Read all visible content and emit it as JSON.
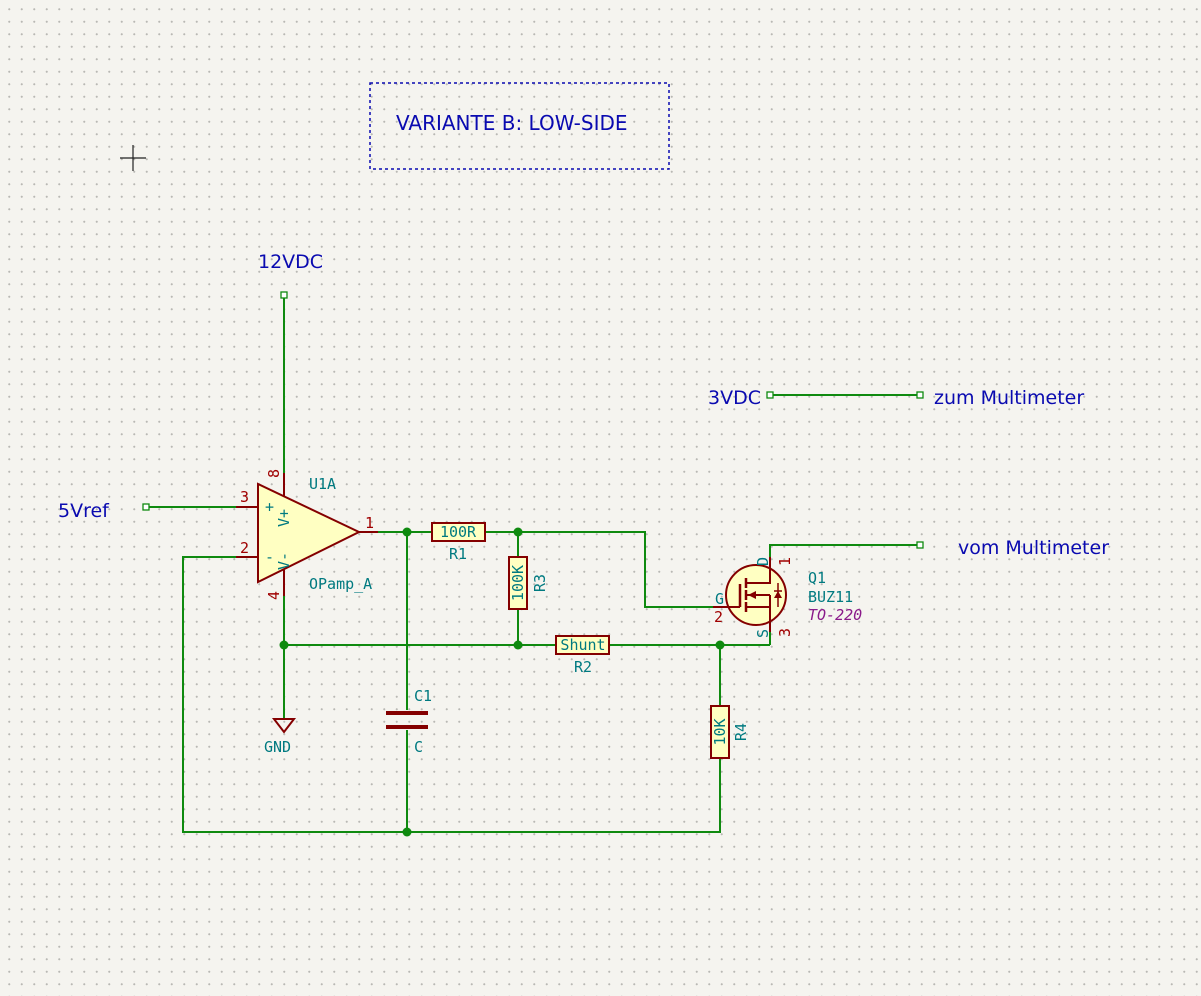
{
  "title_note": "VARIANTE B: LOW-SIDE",
  "nets": {
    "v12": "12VDC",
    "v5ref": "5Vref",
    "v3": "3VDC",
    "gnd": "GND",
    "zum": "zum Multimeter",
    "vom": "vom Multimeter"
  },
  "components": {
    "u1": {
      "ref": "U1A",
      "value": "OPamp_A",
      "pin_plus": "3",
      "pin_minus": "2",
      "pin_out": "1",
      "pin_vplus": "8",
      "pin_vminus": "4",
      "label_plus": "+",
      "label_minus": "-",
      "label_vplus": "V+",
      "label_vminus": "V-"
    },
    "r1": {
      "ref": "R1",
      "value": "100R"
    },
    "r2": {
      "ref": "R2",
      "value": "Shunt"
    },
    "r3": {
      "ref": "R3",
      "value": "100K"
    },
    "r4": {
      "ref": "R4",
      "value": "10K"
    },
    "c1": {
      "ref": "C1",
      "value": "C"
    },
    "q1": {
      "ref": "Q1",
      "value": "BUZ11",
      "footprint": "TO-220",
      "pin_g": "2",
      "pin_d": "1",
      "pin_s": "3",
      "label_g": "G",
      "label_d": "D",
      "label_s": "S"
    }
  },
  "colors": {
    "wire": "#0f8a0f",
    "component_body": "#840000",
    "component_fill": "#ffffc2",
    "label": "#0a0ab0",
    "ref_text": "#007a80"
  }
}
